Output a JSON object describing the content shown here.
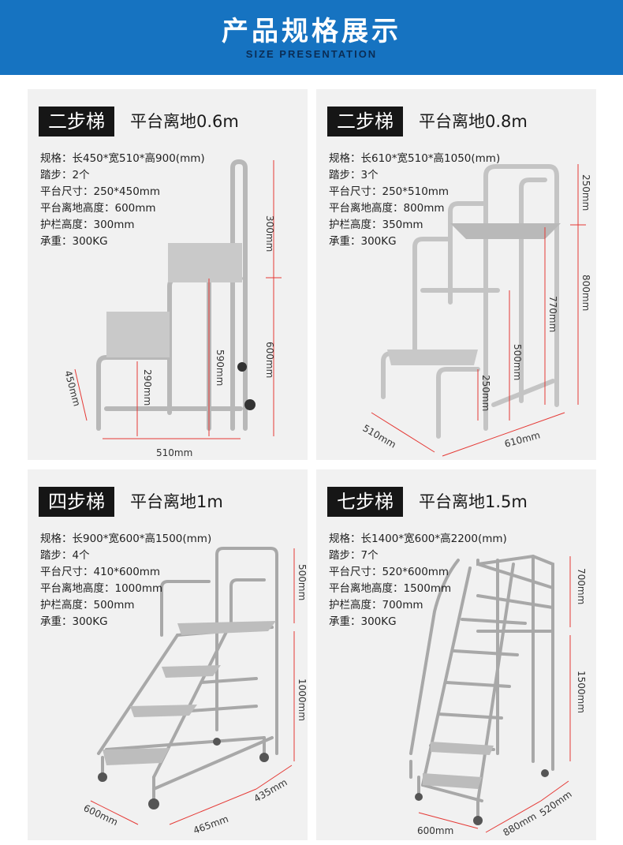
{
  "header": {
    "title": "产品规格展示",
    "subtitle": "SIZE PRESENTATION"
  },
  "colors": {
    "header_bg": "#1673c1",
    "subtitle": "#0b2d55",
    "tag_bg": "#161616",
    "dim_line": "#e53935",
    "card_bg": "#f1f1f1"
  },
  "products": [
    {
      "tag": "二步梯",
      "heading": "平台离地0.6m",
      "specs": [
        "规格：长450*宽510*高900(mm)",
        "踏步：2个",
        "平台尺寸：250*450mm",
        "平台离地高度：600mm",
        "护栏高度：300mm",
        "承重：300KG"
      ],
      "dims": [
        "300mm",
        "600mm",
        "590mm",
        "290mm",
        "450mm",
        "510mm"
      ]
    },
    {
      "tag": "二步梯",
      "heading": "平台离地0.8m",
      "specs": [
        "规格：长610*宽510*高1050(mm)",
        "踏步：3个",
        "平台尺寸：250*510mm",
        "平台离地高度：800mm",
        "护栏高度：350mm",
        "承重：300KG"
      ],
      "dims": [
        "250mm",
        "800mm",
        "770mm",
        "500mm",
        "250mm",
        "510mm",
        "610mm"
      ]
    },
    {
      "tag": "四步梯",
      "heading": "平台离地1m",
      "specs": [
        "规格：长900*宽600*高1500(mm)",
        "踏步：4个",
        "平台尺寸：410*600mm",
        "平台离地高度：1000mm",
        "护栏高度：500mm",
        "承重：300KG"
      ],
      "dims": [
        "500mm",
        "1000mm",
        "435mm",
        "465mm",
        "600mm"
      ]
    },
    {
      "tag": "七步梯",
      "heading": "平台离地1.5m",
      "specs": [
        "规格：长1400*宽600*高2200(mm)",
        "踏步：7个",
        "平台尺寸：520*600mm",
        "平台离地高度：1500mm",
        "护栏高度：700mm",
        "承重：300KG"
      ],
      "dims": [
        "700mm",
        "1500mm",
        "520mm",
        "880mm",
        "600mm"
      ]
    }
  ]
}
